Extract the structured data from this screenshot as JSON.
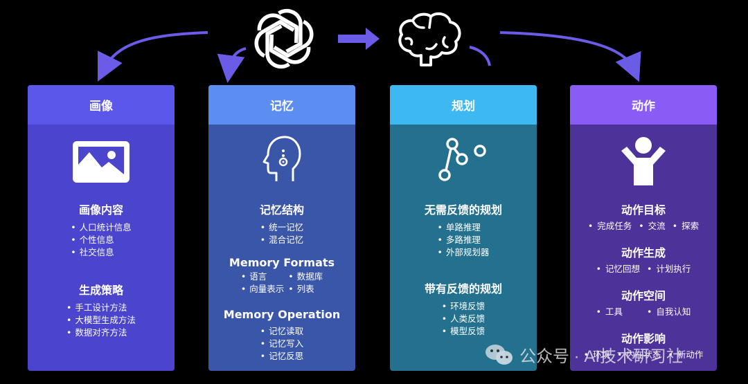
{
  "colors": {
    "background": "#000000",
    "arrow": "#6b5ce7",
    "card1_header": "#5b57ea",
    "card1_body": "#4a45cc",
    "card2_header": "#5b8ef0",
    "card2_body": "#3a56a8",
    "card3_header": "#3db8f0",
    "card3_body": "#24708f",
    "card4_header": "#8a5cf5",
    "card4_body": "#4d3299"
  },
  "top_icons": {
    "logo": "openai-logo-icon",
    "brain": "brain-icon"
  },
  "cards": [
    {
      "header": "画像",
      "icon": "image-icon",
      "sections": [
        {
          "title": "画像内容",
          "items": [
            "人口统计信息",
            "个性信息",
            "社交信息"
          ]
        },
        {
          "title": "生成策略",
          "items": [
            "手工设计方法",
            "大模型生成方法",
            "数据对齐方法"
          ]
        }
      ]
    },
    {
      "header": "记忆",
      "icon": "head-memory-icon",
      "sections": [
        {
          "title": "记忆结构",
          "items": [
            "统一记忆",
            "混合记忆"
          ]
        },
        {
          "title": "Memory Formats",
          "items": [
            "语言",
            "数据库",
            "向量表示",
            "列表"
          ]
        },
        {
          "title": "Memory Operation",
          "items": [
            "记忆读取",
            "记忆写入",
            "记忆反思"
          ]
        }
      ]
    },
    {
      "header": "规划",
      "icon": "planning-nodes-icon",
      "sections": [
        {
          "title": "无需反馈的规划",
          "items": [
            "单路推理",
            "多路推理",
            "外部规划器"
          ]
        },
        {
          "title": "带有反馈的规划",
          "items": [
            "环境反馈",
            "人类反馈",
            "模型反馈"
          ]
        }
      ]
    },
    {
      "header": "动作",
      "icon": "person-arms-up-icon",
      "sections": [
        {
          "title": "动作目标",
          "items": [
            "完成任务",
            "交流",
            "探索"
          ]
        },
        {
          "title": "动作生成",
          "items": [
            "记忆回想",
            "计划执行"
          ]
        },
        {
          "title": "动作空间",
          "items": [
            "工具",
            "自我认知"
          ]
        },
        {
          "title": "动作影响",
          "items": [
            "环境",
            "内在状态",
            "新动作"
          ]
        }
      ]
    }
  ],
  "watermark": {
    "icon": "wechat-icon",
    "text": "公众号 · AI技术研习社"
  }
}
